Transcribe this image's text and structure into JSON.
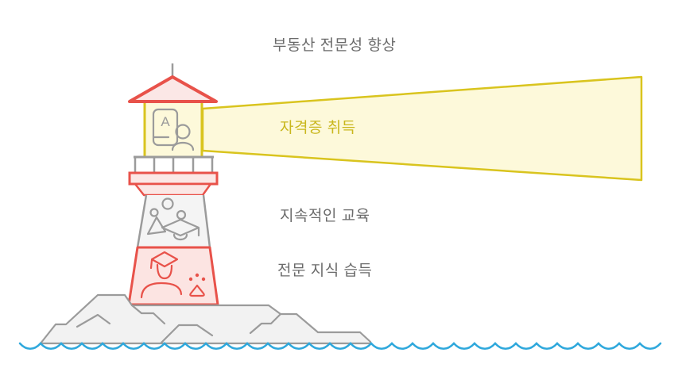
{
  "diagram": {
    "labels": {
      "top": "부동산 전문성 향상",
      "beam": "자격증 취득",
      "education": "지속적인 교육",
      "knowledge": "전문 지식 습득"
    },
    "lantern_badge_letter": "A"
  },
  "colors": {
    "background": "#ffffff",
    "beam_fill": "#fdf9da",
    "beam_stroke": "#d9c41e",
    "beam_text": "#c9b71d",
    "red_stroke": "#e8524a",
    "pink_fill": "#fbe7e5",
    "base_pink_fill": "#fce4e2",
    "gray_stroke": "#9b9b9b",
    "tower_fill": "#f4f4f4",
    "rock_fill": "#f2f2f2",
    "wave_blue": "#2fa8dc",
    "label_text": "#6b6b6b"
  },
  "icons": {
    "lantern": "id-card-person-icon",
    "tower_middle": [
      "dots-icon",
      "triangle-icon",
      "graduation-cap-icon"
    ],
    "tower_base": [
      "graduate-person-icon",
      "paw-print-icon"
    ]
  }
}
